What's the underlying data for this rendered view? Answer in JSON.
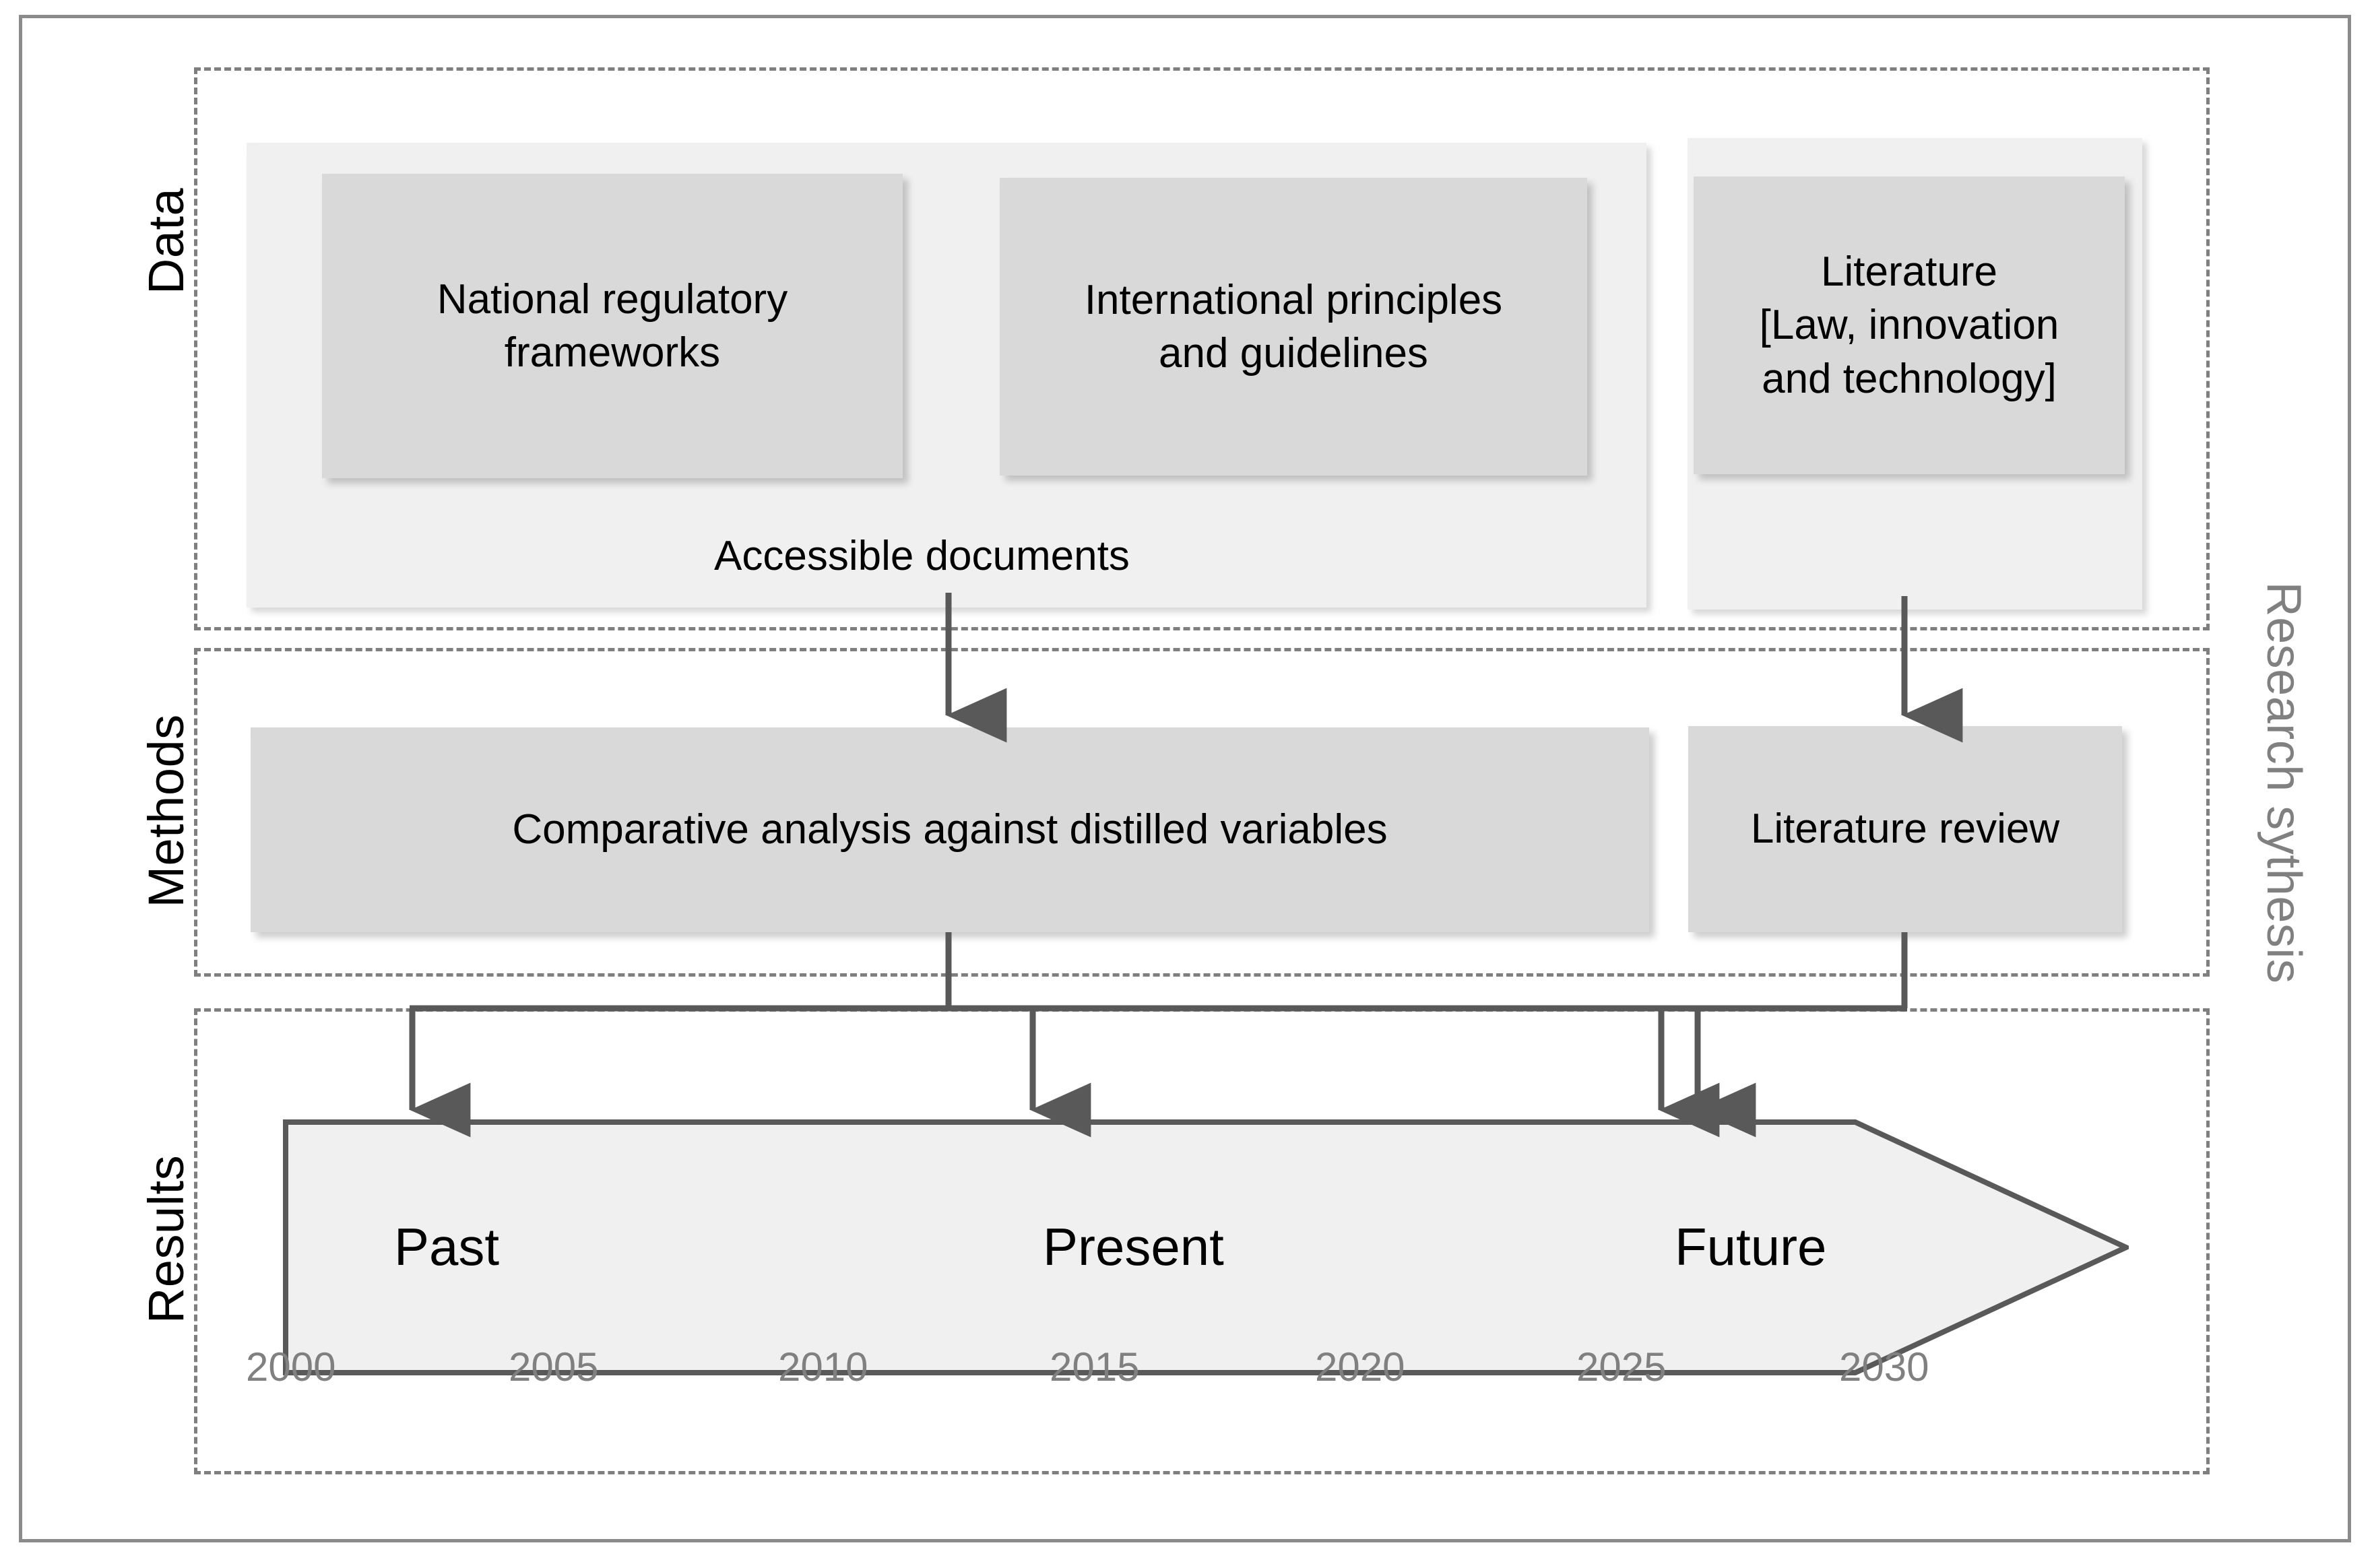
{
  "frame": {
    "side_label": "Research sythesis"
  },
  "rows": [
    {
      "id": "data",
      "label": "Data"
    },
    {
      "id": "methods",
      "label": "Methods"
    },
    {
      "id": "results",
      "label": "Results"
    }
  ],
  "data_section": {
    "boxes": [
      {
        "id": "national-regulatory-frameworks",
        "text": "National regulatory frameworks"
      },
      {
        "id": "international-principles",
        "text": "International principles and guidelines"
      },
      {
        "id": "literature",
        "text": "Literature [Law, innovation and technology]"
      }
    ],
    "box_lines": {
      "national-regulatory-frameworks": [
        "National regulatory",
        "frameworks"
      ],
      "international-principles": [
        "International principles",
        "and guidelines"
      ],
      "literature": [
        "Literature",
        "[Law, innovation",
        "and technology]"
      ]
    },
    "caption": "Accessible documents"
  },
  "methods_section": {
    "boxes": [
      {
        "id": "comparative-analysis",
        "text": "Comparative analysis against distilled variables"
      },
      {
        "id": "literature-review",
        "text": "Literature review"
      }
    ]
  },
  "results_section": {
    "phases": [
      {
        "id": "past",
        "label": "Past"
      },
      {
        "id": "present",
        "label": "Present"
      },
      {
        "id": "future",
        "label": "Future"
      }
    ],
    "timeline": {
      "ticks": [
        "2000",
        "2005",
        "2010",
        "2015",
        "2020",
        "2025",
        "2030"
      ],
      "start": 2000,
      "end": 2030,
      "step": 5
    }
  },
  "colors": {
    "frame_border": "#8b8b8b",
    "section_border": "#7f7f7f",
    "panel_fill": "#f0f0f0",
    "box_fill": "#d9d9d9",
    "connector": "#595959",
    "tick_text": "#808080",
    "side_label_text": "#808080",
    "body_text": "#000000"
  }
}
